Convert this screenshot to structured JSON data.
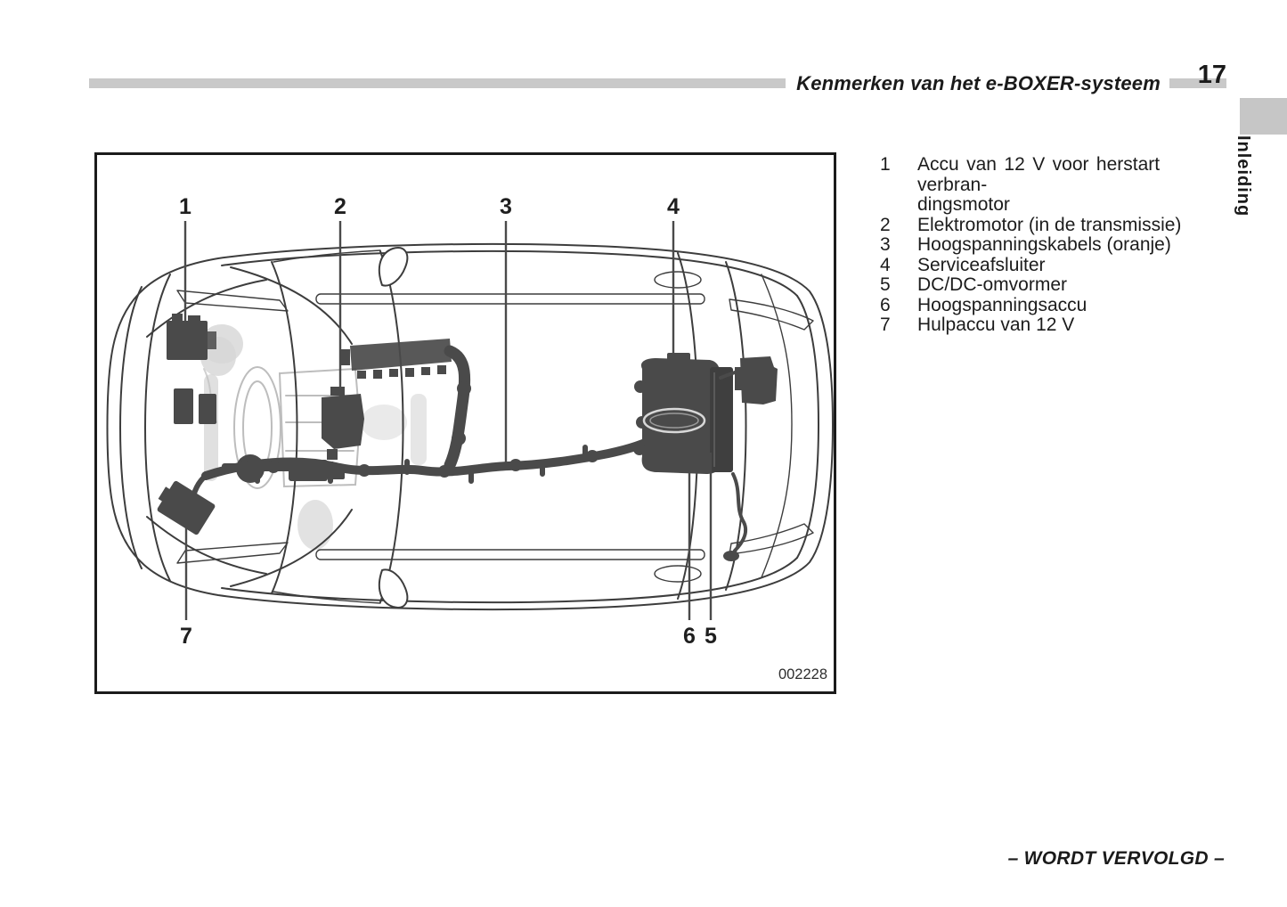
{
  "header": {
    "title": "Kenmerken van het e-BOXER-systeem",
    "page_number": "17"
  },
  "sidebar": {
    "tab_label": "Inleiding"
  },
  "figure": {
    "code": "002228",
    "callouts": [
      "1",
      "2",
      "3",
      "4",
      "5",
      "6",
      "7"
    ]
  },
  "legend": {
    "items": [
      {
        "num": "1",
        "lines": [
          "Accu van 12 V voor herstart verbran-",
          "dingsmotor"
        ]
      },
      {
        "num": "2",
        "lines": [
          "Elektromotor (in de transmissie)"
        ]
      },
      {
        "num": "3",
        "lines": [
          "Hoogspanningskabels (oranje)"
        ]
      },
      {
        "num": "4",
        "lines": [
          "Serviceafsluiter"
        ]
      },
      {
        "num": "5",
        "lines": [
          "DC/DC-omvormer"
        ]
      },
      {
        "num": "6",
        "lines": [
          "Hoogspanningsaccu"
        ]
      },
      {
        "num": "7",
        "lines": [
          "Hulpaccu van 12 V"
        ]
      }
    ]
  },
  "footer": {
    "continuation": "– WORDT VERVOLGD –"
  },
  "colors": {
    "header_bar": "#c9c9c9",
    "tab_box": "#c6c6c6",
    "ink": "#1a1a1a",
    "diagram_line": "#3d3d3d",
    "component_fill": "#4a4a4a"
  }
}
